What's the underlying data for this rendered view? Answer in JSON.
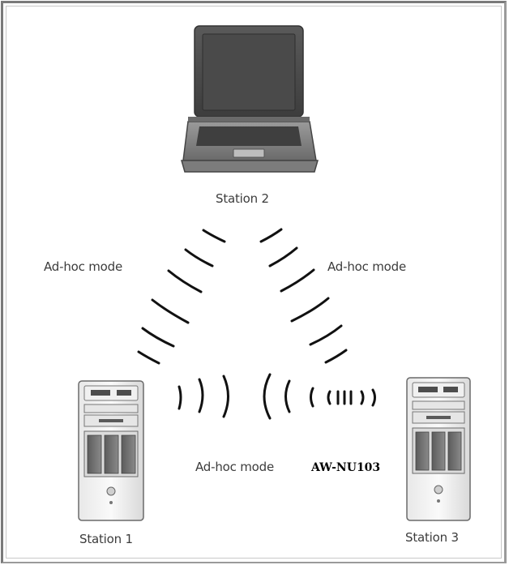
{
  "stations": {
    "laptop_label": "Station 2",
    "left_tower_label": "Station 1",
    "right_tower_label": "Station 3"
  },
  "links": {
    "left_label": "Ad-hoc mode",
    "right_label": "Ad-hoc mode",
    "bottom_label": "Ad-hoc mode"
  },
  "device": {
    "model": "AW-NU103"
  }
}
